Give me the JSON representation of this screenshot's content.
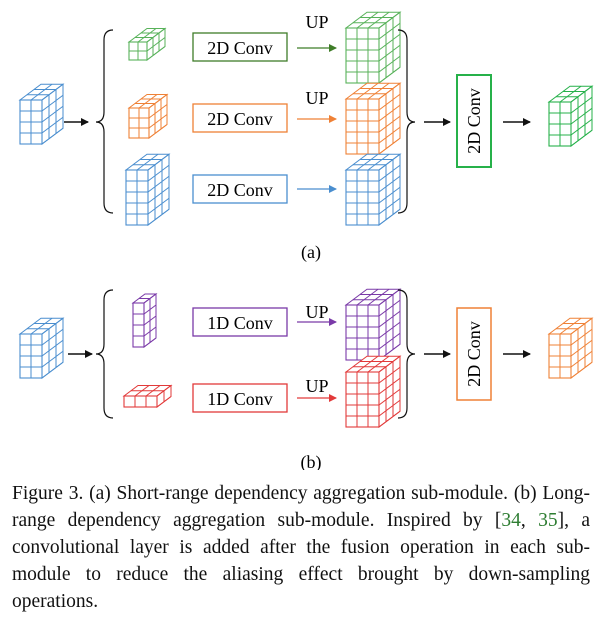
{
  "colors": {
    "blue": "#4a8ecf",
    "green": "#58b25a",
    "dark_green": "#3f7d28",
    "orange": "#ef8136",
    "purple": "#7a3aa8",
    "red": "#e23a3a",
    "bright_green": "#26b14a",
    "black": "#111111",
    "citation": "#2e7d32"
  },
  "panel_a": {
    "label": "(a)",
    "branch_ops": [
      "2D Conv",
      "2D Conv",
      "2D Conv"
    ],
    "up_labels": [
      "UP",
      "UP",
      ""
    ],
    "fusion_op": "2D Conv"
  },
  "panel_b": {
    "label": "(b)",
    "branch_ops": [
      "1D Conv",
      "1D Conv"
    ],
    "up_labels": [
      "UP",
      "UP"
    ],
    "fusion_op": "2D Conv"
  },
  "caption": {
    "figure_label": "Figure 3.",
    "text_1": " (a) Short-range dependency aggregation sub-module. (b) Long-range dependency aggregation sub-module. Inspired by [",
    "cite_1": "34",
    "text_2": ", ",
    "cite_2": "35",
    "text_3": "], a convolutional layer is added after the fusion operation in each sub-module to reduce the aliasing effect brought by down-sampling operations."
  }
}
